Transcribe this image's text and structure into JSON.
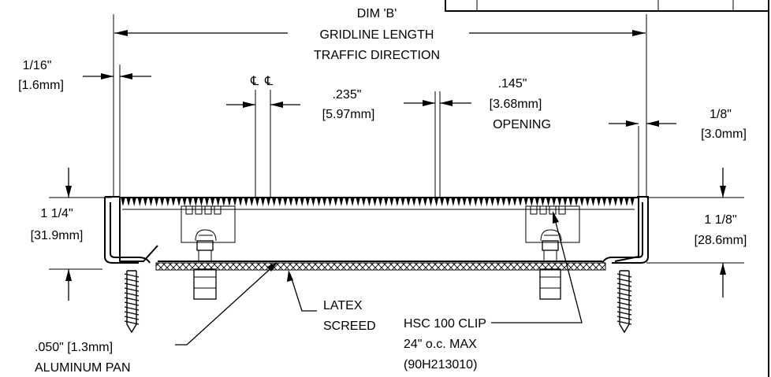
{
  "labels": {
    "dim_b": "DIM 'B'",
    "gridline_length": "GRIDLINE LENGTH",
    "traffic_direction": "TRAFFIC DIRECTION",
    "gap_left_in": "1/16\"",
    "gap_left_mm": "[1.6mm]",
    "centerline_a": "℄",
    "centerline_b": "℄",
    "spacing_in": ".235\"",
    "spacing_mm": "[5.97mm]",
    "opening_in": ".145\"",
    "opening_mm": "[3.68mm]",
    "opening": "OPENING",
    "gap_right_in": "1/8\"",
    "gap_right_mm": "[3.0mm]",
    "depth_left_in": "1 1/4\"",
    "depth_left_mm": "[31.9mm]",
    "depth_right_in": "1 1/8\"",
    "depth_right_mm": "[28.6mm]",
    "latex": "LATEX",
    "screed": "SCREED",
    "pan_thickness": ".050\" [1.3mm]",
    "aluminum_pan": "ALUMINUM PAN",
    "clip_name": "HSC 100 CLIP",
    "clip_spacing": "24\" o.c. MAX",
    "clip_part": "(90H213010)"
  }
}
